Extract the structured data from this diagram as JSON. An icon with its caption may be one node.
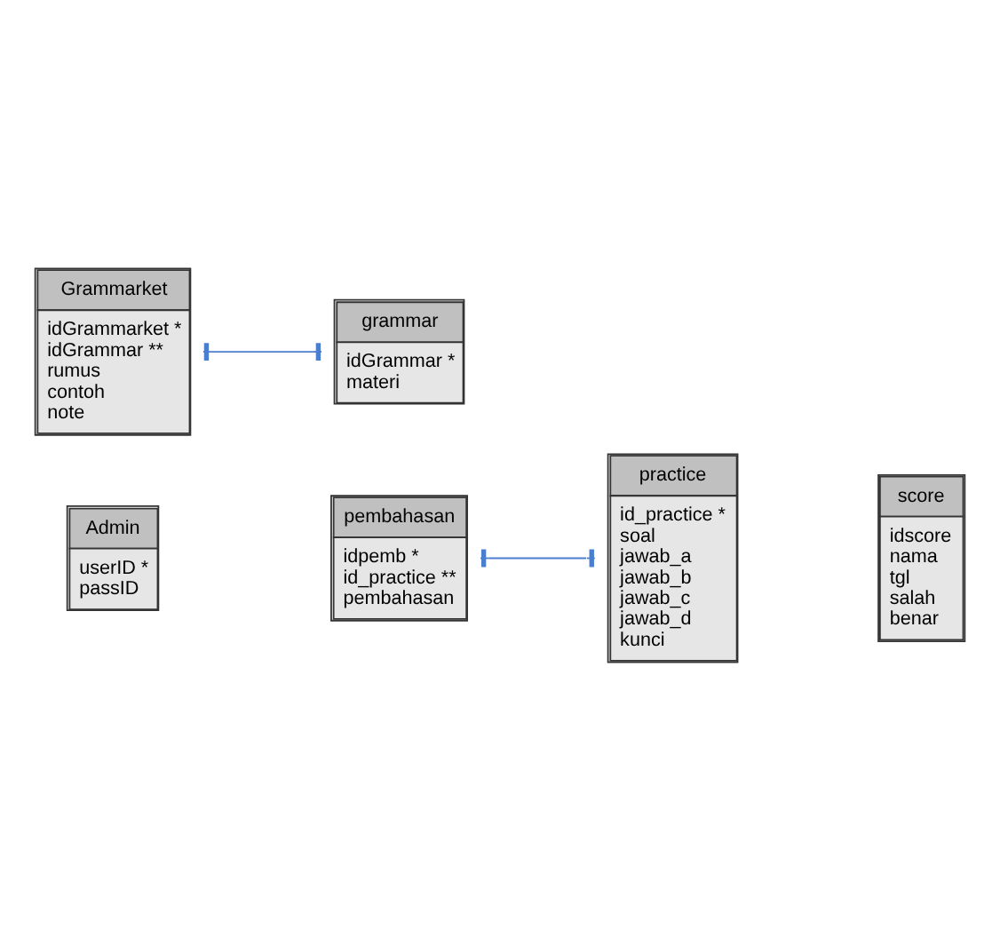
{
  "diagram": {
    "nodes": [
      {
        "text": [
          "Admin",
          "userID *",
          "passID"
        ]
      },
      {
        "text": [
          "pembahasan",
          "idpemb *",
          "id_practice **",
          "pembahasan"
        ]
      },
      {
        "text": [
          "practice",
          "id_practice *",
          "soal",
          "jawab_a",
          "jawab_b",
          "jawab_c",
          "jawab_d",
          "kunci"
        ]
      },
      {
        "text": [
          "score",
          "idscore",
          "nama",
          "tgl",
          "salah",
          "benar"
        ]
      },
      {
        "text": [
          "Grammarket",
          "idGrammarket *",
          "idGrammar **",
          "rumus",
          "contoh",
          "note"
        ]
      },
      {
        "text": [
          "grammar",
          "idGrammar *",
          "materi"
        ]
      }
    ],
    "edges": [
      {
        "from": 1,
        "to": 2,
        "arrow": "other"
      },
      {
        "from": 4,
        "to": 5,
        "arrow": "other"
      }
    ]
  }
}
